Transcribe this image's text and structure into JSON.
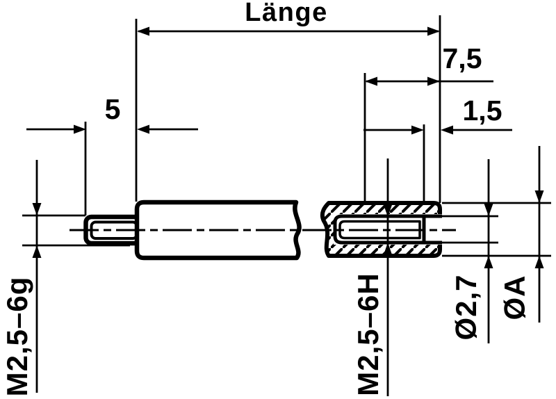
{
  "diagram": {
    "type": "technical-drawing",
    "subject": "measuring extension rod cross-section",
    "labels": {
      "length": "Länge",
      "stub_length": "5",
      "thread_depth": "7,5",
      "counterbore_depth": "1,5",
      "external_thread": "M2,5–6g",
      "internal_thread": "M2,5–6H",
      "counterbore_diameter": "Ø2,7",
      "outer_diameter": "ØA"
    },
    "colors": {
      "line": "#000000",
      "background": "#ffffff"
    }
  }
}
